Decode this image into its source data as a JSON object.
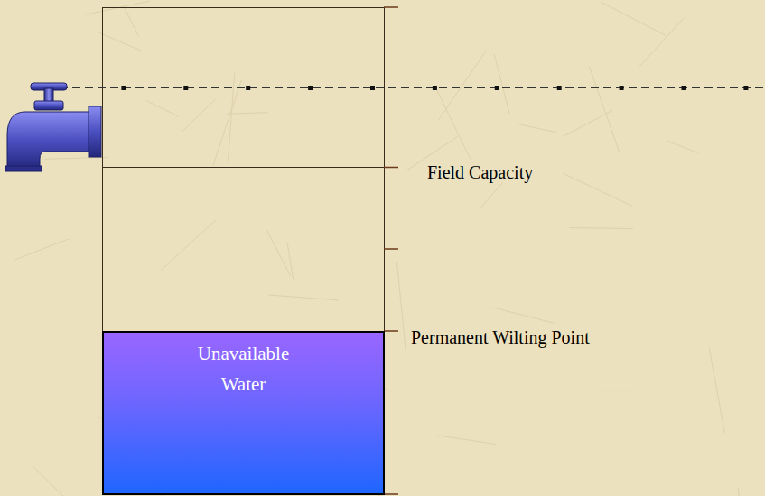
{
  "diagram": {
    "nodes": [
      {
        "text": [
          "Unavailable Water"
        ]
      }
    ],
    "labels": [
      "Field Capacity",
      "Permanent Wilting Point"
    ]
  }
}
